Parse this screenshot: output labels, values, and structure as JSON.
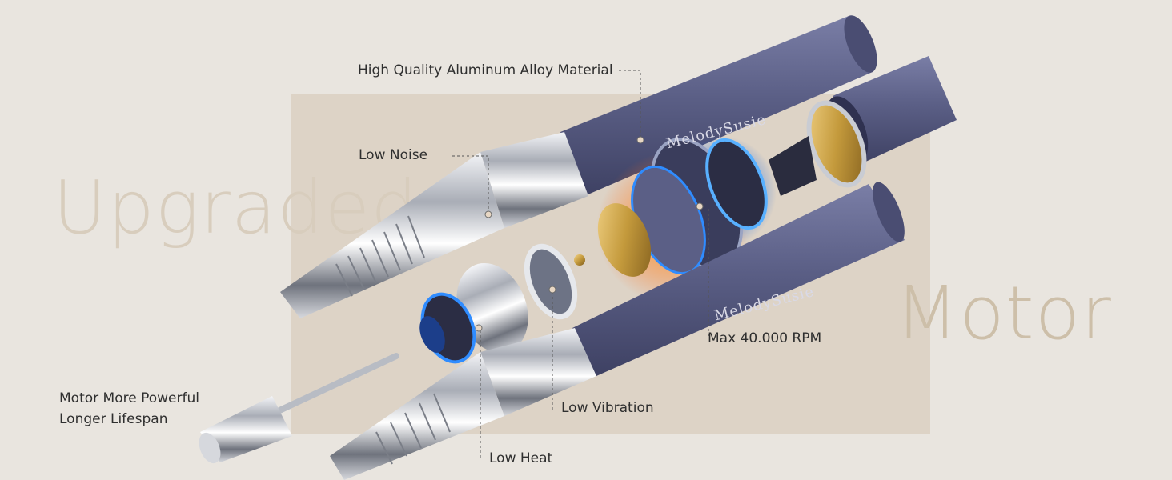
{
  "headline": {
    "left_word": "Upgraded",
    "right_word": "Motor"
  },
  "brand": {
    "engraving_top": "MelodySusie",
    "engraving_bottom": "MelodySusie"
  },
  "callouts": {
    "material": "High Quality Aluminum Alloy Material",
    "low_noise": "Low Noise",
    "max_rpm": "Max 40.000 RPM",
    "motor_power_line1": "Motor More Powerful",
    "motor_power_line2": "Longer Lifespan",
    "low_vibration": "Low Vibration",
    "low_heat": "Low Heat"
  },
  "colors": {
    "background": "#e9e5df",
    "panel": "#ddd3c6",
    "body_purple": "#5b5f86",
    "chrome": "#c9ccd3",
    "glow_blue": "#2f8cff",
    "glow_orange": "#ff8a2a",
    "gold": "#c49a3c"
  }
}
